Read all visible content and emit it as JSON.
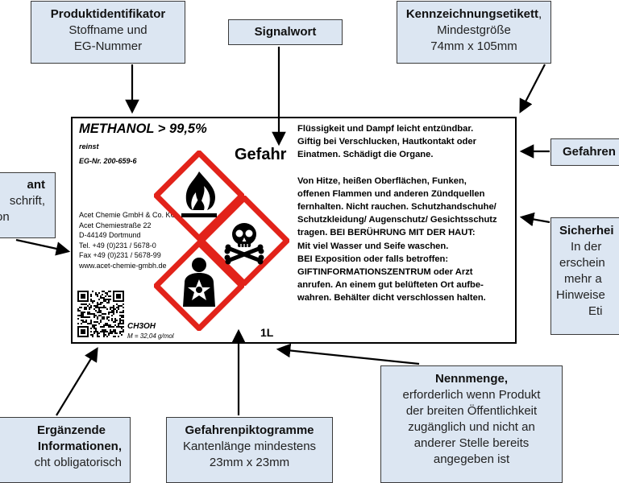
{
  "callouts": {
    "produktidentifikator": {
      "title": "Produktidentifikator",
      "lines": [
        "Stoffname  und",
        "EG-Nummer"
      ]
    },
    "signalwort": {
      "title": "Signalwort"
    },
    "kennzeichnungsetikett": {
      "title": "Kennzeichnungsetikett",
      "title_suffix": ",",
      "lines": [
        "Mindestgröße",
        "74mm x 105mm"
      ]
    },
    "gefahrenhinweise": {
      "title": "Gefahren"
    },
    "sicherheitshinweise": {
      "title": "Sicherhei",
      "lines": [
        "In der",
        "erschein",
        "mehr a",
        "Hinweise",
        "Eti"
      ]
    },
    "lieferant": {
      "title": "ant",
      "lines": [
        "schrift,",
        "on"
      ]
    },
    "ergaenzende": {
      "title_lines": [
        "Ergänzende",
        "Informationen,"
      ],
      "lines": [
        "cht obligatorisch"
      ]
    },
    "piktogramme": {
      "title": "Gefahrenpiktogramme",
      "lines": [
        "Kantenlänge mindestens",
        "23mm x 23mm"
      ]
    },
    "nennmenge": {
      "title": "Nennmenge,",
      "lines": [
        "erforderlich wenn Produkt",
        "der breiten Öffentlichkeit",
        "zugänglich und nicht an",
        "anderer Stelle bereits",
        "angegeben ist"
      ]
    }
  },
  "label": {
    "product_name": "METHANOL > 99,5%",
    "grade": "reinst",
    "ec_number": "EG-Nr. 200-659-6",
    "signal_word": "Gefahr",
    "supplier": [
      "Acet Chemie GmbH & Co. KG",
      "Acet Chemiestraße 22",
      "D-44149 Dortmund",
      "Tel. +49 (0)231 / 5678-0",
      "Fax +49 (0)231 / 5678-99",
      "www.acet-chemie-gmbh.de"
    ],
    "formula": "CH3OH",
    "molar_mass": "M = 32,04 g/mol",
    "quantity": "1L",
    "hazard_statements": [
      "Flüssigkeit und Dampf  leicht entzündbar.",
      "Giftig bei Verschlucken, Hautkontakt oder",
      "Einatmen.  Schädigt die Organe."
    ],
    "precautionary_statements": [
      "Von Hitze, heißen Oberflächen, Funken,",
      "offenen Flammen und anderen Zündquellen",
      "fernhalten. Nicht rauchen. Schutzhandschuhe/",
      "Schutzkleidung/ Augenschutz/ Gesichtsschutz",
      "tragen. BEI BERÜHRUNG MIT DER HAUT:",
      "Mit viel Wasser und Seife waschen.",
      "BEI Exposition oder falls betroffen:",
      "GIFTINFORMATIONSZENTRUM oder Arzt",
      "anrufen. An einem gut belüfteten Ort aufbe-",
      "wahren. Behälter dicht verschlossen halten."
    ],
    "pictograms": [
      "flame-icon",
      "skull-crossbones-icon",
      "health-hazard-icon"
    ]
  },
  "colors": {
    "callout_fill": "#dce6f2",
    "ghs_red": "#e2231a"
  }
}
